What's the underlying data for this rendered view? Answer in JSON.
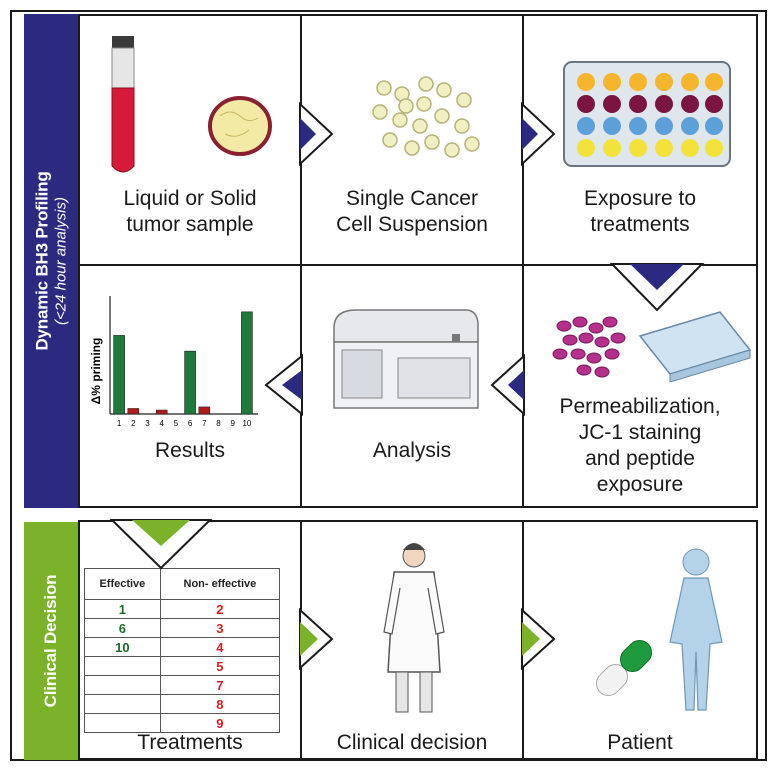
{
  "sidebars": {
    "profiling_title": "Dynamic BH3 Profiling",
    "profiling_subtitle": "(<24 hour analysis)",
    "clinical_title": "Clinical Decision"
  },
  "steps": {
    "s1": [
      "Liquid or Solid",
      "tumor sample"
    ],
    "s2": [
      "Single Cancer",
      "Cell Suspension"
    ],
    "s3": [
      "Exposure to",
      "treatments"
    ],
    "s4": [
      "Permeabilization,",
      "JC-1 staining",
      "and peptide",
      "exposure"
    ],
    "s5": [
      "Analysis"
    ],
    "s6": [
      "Results"
    ],
    "s7": [
      "Treatments"
    ],
    "s8": [
      "Clinical decision"
    ],
    "s9": [
      "Patient"
    ]
  },
  "chart_data": {
    "type": "bar",
    "ylabel": "Δ% priming",
    "categories": [
      "1",
      "2",
      "3",
      "4",
      "5",
      "6",
      "7",
      "8",
      "9",
      "10"
    ],
    "series": [
      {
        "color": "#1e7a3a",
        "values": [
          1.0,
          0,
          0,
          0,
          0,
          0.8,
          0,
          0,
          0,
          1.3
        ]
      },
      {
        "color": "#b01c1c",
        "values": [
          0,
          0.07,
          0,
          0.05,
          0,
          0,
          0.09,
          0,
          0,
          0
        ]
      }
    ]
  },
  "table": {
    "headers": [
      "Effective",
      "Non- effective"
    ],
    "rows": [
      [
        "1",
        "2"
      ],
      [
        "6",
        "3"
      ],
      [
        "10",
        "4"
      ],
      [
        "",
        "5"
      ],
      [
        "",
        "7"
      ],
      [
        "",
        "8"
      ],
      [
        "",
        "9"
      ]
    ]
  },
  "colors": {
    "blue_bar": "#2b2a80",
    "green_bar": "#7cb22a",
    "arrow_blue": "#2b2a80",
    "arrow_green": "#7cb22a"
  }
}
